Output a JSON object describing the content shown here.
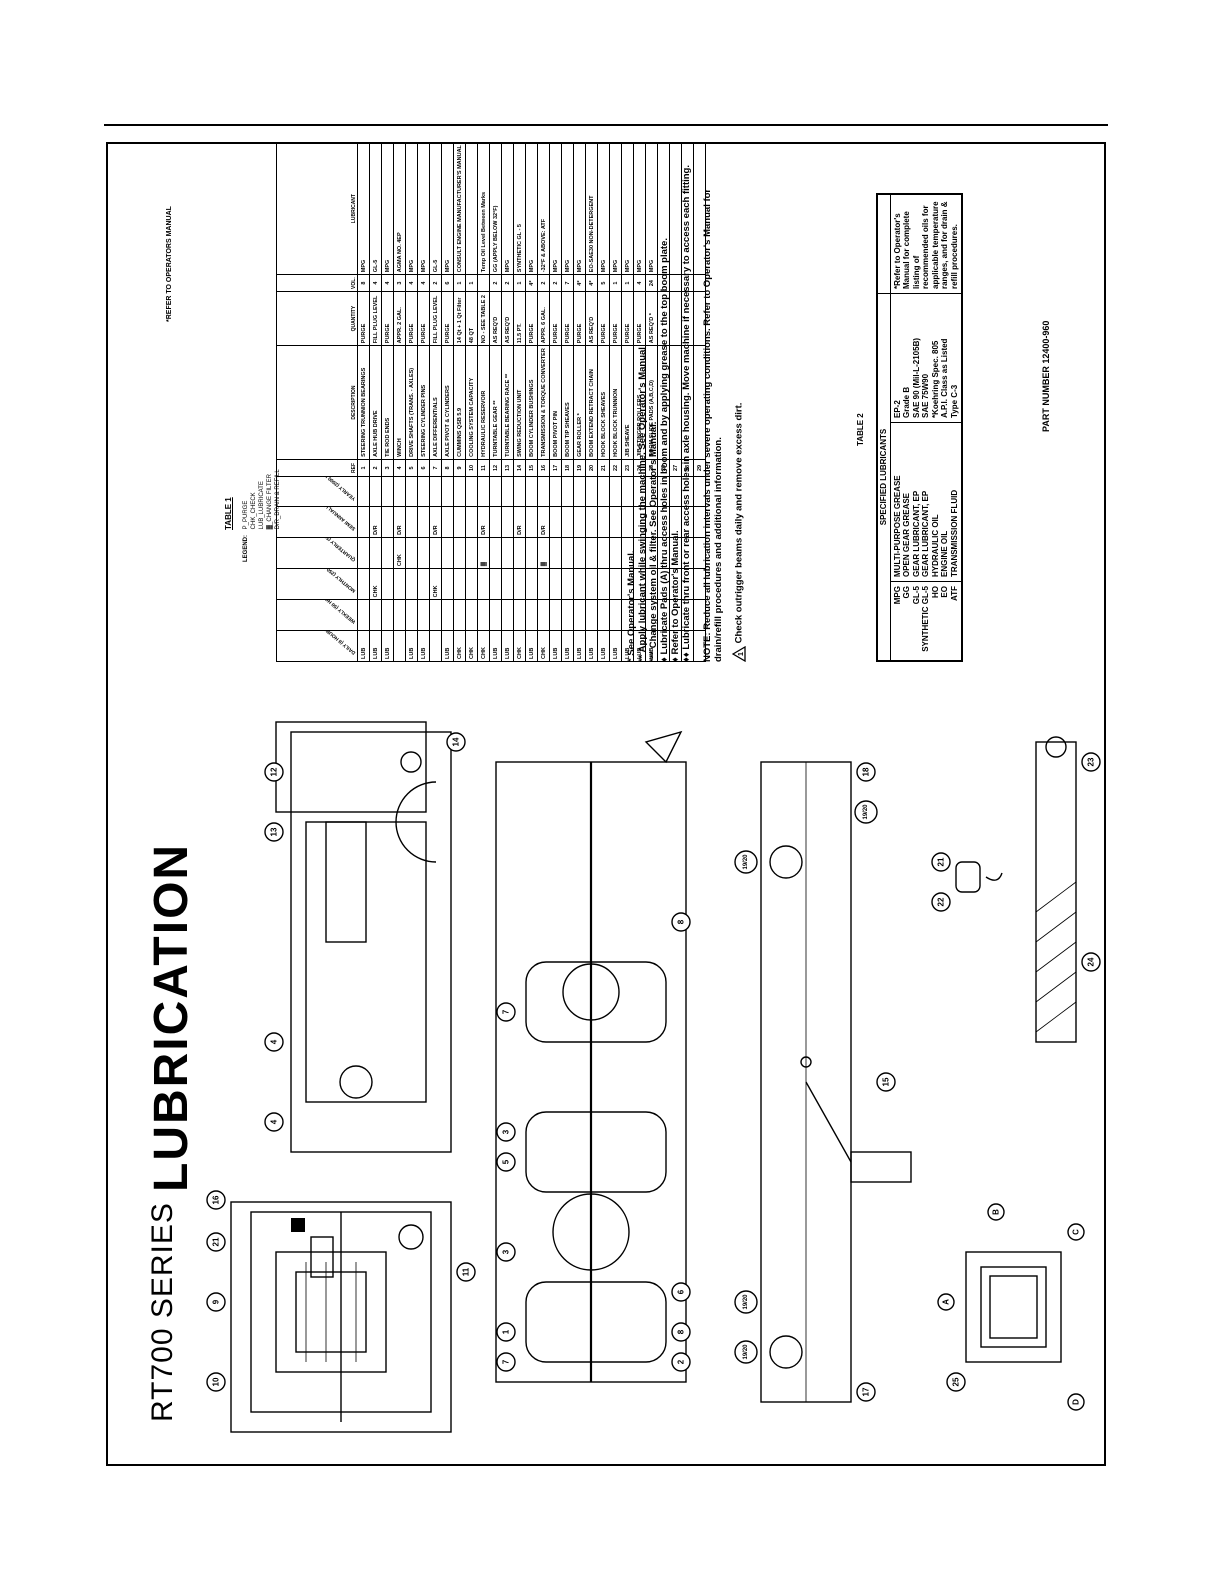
{
  "series_title": "RT700 SERIES",
  "page_title": "LUBRICATION",
  "table1": {
    "caption": "TABLE 1",
    "legend_label": "LEGEND:",
    "legend_items": [
      "P_PURGE",
      "CHK_CHECK",
      "LUB_LUBRICATE",
      "▓_CHANGE FILTER",
      "D/R_DRAIN & REFILL"
    ],
    "refer_note": "*REFER TO OPERATORS MANUAL",
    "interval_headers": [
      "DAILY (8 HOURS)",
      "WEEKLY (50 HOURS)",
      "MONTHLY (250 HOURS)",
      "QUARTERLY (500 HOURS)",
      "SEMI ANNUALLY (1000 HOURS)",
      "YEARLY (2000 HOURS)"
    ],
    "col_headers": [
      "REF",
      "DESCRIPTION",
      "QUANTITY",
      "VOL.",
      "LUBRICANT"
    ],
    "rows": [
      {
        "ref": "1",
        "desc": "STEERING TRUNNION BEARINGS",
        "qty": "PURGE",
        "vol": "8",
        "lub": "MPG",
        "marks": [
          "LUB",
          "",
          "",
          "",
          "",
          ""
        ]
      },
      {
        "ref": "2",
        "desc": "AXLE HUB DRIVE",
        "qty": "FILL PLUG LEVEL",
        "vol": "4",
        "lub": "GL-5",
        "marks": [
          "LUB",
          "",
          "CHK",
          "",
          "D/R",
          ""
        ]
      },
      {
        "ref": "3",
        "desc": "TIE ROD ENDS",
        "qty": "PURGE",
        "vol": "4",
        "lub": "MPG",
        "marks": [
          "LUB",
          "",
          "",
          "",
          "",
          ""
        ]
      },
      {
        "ref": "4",
        "desc": "WINCH",
        "qty": "APPR. 2 GAL.",
        "vol": "3",
        "lub": "AGMA NO. 4EP",
        "marks": [
          "",
          "",
          "",
          "CHK",
          "D/R",
          ""
        ]
      },
      {
        "ref": "5",
        "desc": "DRIVE SHAFTS (TRANS. - AXLES)",
        "qty": "PURGE",
        "vol": "4",
        "lub": "MPG",
        "marks": [
          "LUB",
          "",
          "",
          "",
          "",
          ""
        ]
      },
      {
        "ref": "6",
        "desc": "STEERING CYLINDER PINS",
        "qty": "PURGE",
        "vol": "4",
        "lub": "MPG",
        "marks": [
          "LUB",
          "",
          "",
          "",
          "",
          ""
        ]
      },
      {
        "ref": "7",
        "desc": "AXLE DIFFERENTIALS",
        "qty": "FILL PLUG LEVEL",
        "vol": "2",
        "lub": "GL-5",
        "marks": [
          "",
          "",
          "CHK",
          "",
          "D/R",
          ""
        ]
      },
      {
        "ref": "8",
        "desc": "AXLE PIVOT & CYLINDERS",
        "qty": "PURGE",
        "vol": "6",
        "lub": "MPG",
        "marks": [
          "LUB",
          "",
          "",
          "",
          "",
          ""
        ]
      },
      {
        "ref": "9",
        "desc": "CUMMINS QSB 5.9",
        "qty": "14 Qt + 1 Qt Filter",
        "vol": "1",
        "lub": "CONSULT ENGINE MANUFACTURER'S MANUAL",
        "marks": [
          "CHK",
          "",
          "",
          "",
          "",
          ""
        ]
      },
      {
        "ref": "10",
        "desc": "COOLING SYSTEM CAPACITY",
        "qty": "48 QT",
        "vol": "1",
        "lub": "",
        "marks": [
          "CHK",
          "",
          "",
          "",
          "",
          ""
        ]
      },
      {
        "ref": "11",
        "desc": "HYDRAULIC RESERVOIR",
        "qty": "NO - SEE TABLE 2",
        "vol": "",
        "lub": "Temp Oil Level Between Marks",
        "marks": [
          "CHK",
          "",
          "",
          "▓",
          "D/R",
          ""
        ]
      },
      {
        "ref": "12",
        "desc": "TURNTABLE GEAR **",
        "qty": "AS REQ'D",
        "vol": "2",
        "lub": "GG (APPLY BELOW 32°F)",
        "marks": [
          "LUB",
          "",
          "",
          "",
          "",
          ""
        ]
      },
      {
        "ref": "13",
        "desc": "TURNTABLE BEARING RACE **",
        "qty": "AS REQ'D",
        "vol": "2",
        "lub": "MPG",
        "marks": [
          "LUB",
          "",
          "",
          "",
          "",
          ""
        ]
      },
      {
        "ref": "14",
        "desc": "SWING REDUCTION UNIT",
        "qty": "11.5 PT.",
        "vol": "1",
        "lub": "SYNTHETIC GL - 5",
        "marks": [
          "CHK",
          "",
          "",
          "",
          "D/R",
          ""
        ]
      },
      {
        "ref": "15",
        "desc": "BOOM CYLINDER BUSHINGS",
        "qty": "PURGE",
        "vol": "4*",
        "lub": "MPG",
        "marks": [
          "LUB",
          "",
          "",
          "",
          "",
          ""
        ]
      },
      {
        "ref": "16",
        "desc": "TRANSMISSION & TORQUE CONVERTER",
        "qty": "APPR. 6 GAL.",
        "vol": "2",
        "lub": "-32°F & ABOVE: ATF",
        "marks": [
          "CHK",
          "",
          "",
          "▓",
          "D/R",
          ""
        ]
      },
      {
        "ref": "17",
        "desc": "BOOM PIVOT PIN",
        "qty": "PURGE",
        "vol": "2",
        "lub": "MPG",
        "marks": [
          "LUB",
          "",
          "",
          "",
          "",
          ""
        ]
      },
      {
        "ref": "18",
        "desc": "BOOM TIP SHEAVES",
        "qty": "PURGE",
        "vol": "7",
        "lub": "MPG",
        "marks": [
          "LUB",
          "",
          "",
          "",
          "",
          ""
        ]
      },
      {
        "ref": "19",
        "desc": "GEAR ROLLER *",
        "qty": "PURGE",
        "vol": "4*",
        "lub": "MPG",
        "marks": [
          "LUB",
          "",
          "",
          "",
          "",
          ""
        ]
      },
      {
        "ref": "20",
        "desc": "BOOM EXTEND RETRACT CHAIN",
        "qty": "AS REQ'D",
        "vol": "4*",
        "lub": "EO-SAE30 NON-DETERGENT",
        "marks": [
          "LUB",
          "",
          "",
          "",
          "",
          ""
        ]
      },
      {
        "ref": "21",
        "desc": "HOOK BLOCK SHEAVES",
        "qty": "PURGE",
        "vol": "5",
        "lub": "MPG",
        "marks": [
          "LUB",
          "",
          "",
          "",
          "",
          ""
        ]
      },
      {
        "ref": "22",
        "desc": "HOOK BLOCK TRUNNION",
        "qty": "PURGE",
        "vol": "1",
        "lub": "MPG",
        "marks": [
          "LUB",
          "",
          "",
          "",
          "",
          ""
        ]
      },
      {
        "ref": "23",
        "desc": "JIB SHEAVE",
        "qty": "PURGE",
        "vol": "1",
        "lub": "MPG",
        "marks": [
          "LUB",
          "",
          "",
          "",
          "",
          ""
        ]
      },
      {
        "ref": "24",
        "desc": "JIB STINGER ROLLERS",
        "qty": "PURGE",
        "vol": "4",
        "lub": "MPG",
        "marks": [
          "LUB",
          "",
          "",
          "",
          "",
          ""
        ]
      },
      {
        "ref": "25",
        "desc": "BOOM SLIDE PADS (A,B,C,D)",
        "qty": "AS REQ'D *",
        "vol": "24",
        "lub": "MPG",
        "marks": [
          "LUB",
          "",
          "",
          "",
          "",
          ""
        ]
      },
      {
        "ref": "26",
        "desc": "",
        "qty": "",
        "vol": "",
        "lub": "",
        "marks": [
          "",
          "",
          "",
          "",
          "",
          ""
        ]
      },
      {
        "ref": "27",
        "desc": "",
        "qty": "",
        "vol": "",
        "lub": "",
        "marks": [
          "",
          "",
          "",
          "",
          "",
          ""
        ]
      },
      {
        "ref": "28",
        "desc": "",
        "qty": "",
        "vol": "",
        "lub": "",
        "marks": [
          "",
          "",
          "",
          "",
          "",
          ""
        ]
      },
      {
        "ref": "29",
        "desc": "",
        "qty": "",
        "vol": "",
        "lub": "",
        "marks": [
          "",
          "",
          "",
          "",
          "",
          ""
        ]
      }
    ]
  },
  "notes": [
    "* See Operator's Manual.",
    "** Apply lubricant while swinging the machine. See Operator's Manual",
    "*** Change system oil & filter. See Operator's Manual.",
    "♦ Lubricate Pads (A) thru access holes in boom and by applying grease to the top boom plate.",
    "♦ Refer to Operator's Manual.",
    "♦♦ Lubricate thru front or rear access holes in axle housing. Move machine if necessary to access each fitting.",
    "NOTE: Reduce all lubrication intervals under severe operating conditions. Refer to Operator's Manual for drain/refill procedures and additional information.",
    "Check outrigger beams daily and remove excess dirt."
  ],
  "warning_symbol": "1",
  "table2": {
    "caption": "TABLE 2",
    "header": "SPECIFIED LUBRICANTS",
    "codes": [
      "MPG",
      "GG",
      "GL-5",
      "SYNTHETIC GL-5",
      "HO",
      "EO",
      "ATF"
    ],
    "names": [
      "MULTI-PURPOSE GREASE",
      "OPEN GEAR GREASE",
      "GEAR LUBRICANT, EP",
      "GEAR LUBRICANT, EP",
      "HYDRAULIC OIL",
      "ENGINE OIL",
      "TRANSMISSION FLUID"
    ],
    "specs": [
      "EP-2",
      "Grade B",
      "SAE 90 (Mil-L-2105B)",
      "SAE 75W90",
      "*Koehring Spec. 805",
      "A.P.I. Class as Listed",
      "Type C-3"
    ],
    "refer_text": "*Refer to Operator's Manual for complete listing of recommended oils for applicable temperature ranges, and for drain & refill procedures."
  },
  "part_number": "PART NUMBER 12400-960",
  "callouts": {
    "c10": "10",
    "c9": "9",
    "c21a": "21",
    "c16": "16",
    "c11": "11",
    "c4a": "4",
    "c4b": "4",
    "c13": "13",
    "c12": "12",
    "c14": "14",
    "c7a": "7",
    "c1": "1",
    "c3a": "3",
    "c3b": "3",
    "c5": "5",
    "c2": "2",
    "c8a": "8",
    "c8b": "8",
    "c6": "6",
    "c7b": "7",
    "c17": "17",
    "c1920a": "19/20",
    "c1920b": "19/20",
    "c15": "15",
    "c1920c": "19/20",
    "c1920d": "19/20",
    "c18": "18",
    "c25": "25",
    "cA": "A",
    "cB": "B",
    "cC": "C",
    "cD": "D",
    "c21b": "21",
    "c22": "22",
    "c23": "23",
    "c24": "24"
  }
}
